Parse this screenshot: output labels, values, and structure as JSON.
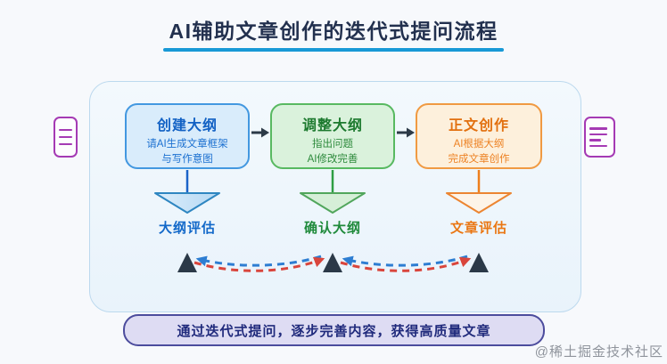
{
  "title": "AI辅助文章创作的迭代式提问流程",
  "stages": [
    {
      "title": "创建大纲",
      "desc": [
        "请AI生成文章框架",
        "与写作意图"
      ],
      "result_label": "大纲评估"
    },
    {
      "title": "调整大纲",
      "desc": [
        "指出问题",
        "AI修改完善"
      ],
      "result_label": "确认大纲"
    },
    {
      "title": "正文创作",
      "desc": [
        "AI根据大纲",
        "完成文章创作"
      ],
      "result_label": "文章评估"
    }
  ],
  "banner": "通过迭代式提问，逐步完善内容，获得高质量文章",
  "watermark": "@稀土掘金技术社区",
  "icons": {
    "left": "document-lines-icon",
    "right": "document-text-icon"
  },
  "colors": {
    "title_text": "#22304e",
    "title_underline": "#1899d6",
    "container_border": "#bcd9ee",
    "stage_blue": "#4398e0",
    "stage_green": "#58b961",
    "stage_orange": "#f09a42",
    "backward_arc_blue": "#2d7dd2",
    "forward_arc_red": "#d9453c",
    "iteration_node": "#2b3948",
    "banner_border": "#4c4c9d",
    "banner_fill": "#dedcf3",
    "side_icon_purple": "#a53ab4"
  }
}
